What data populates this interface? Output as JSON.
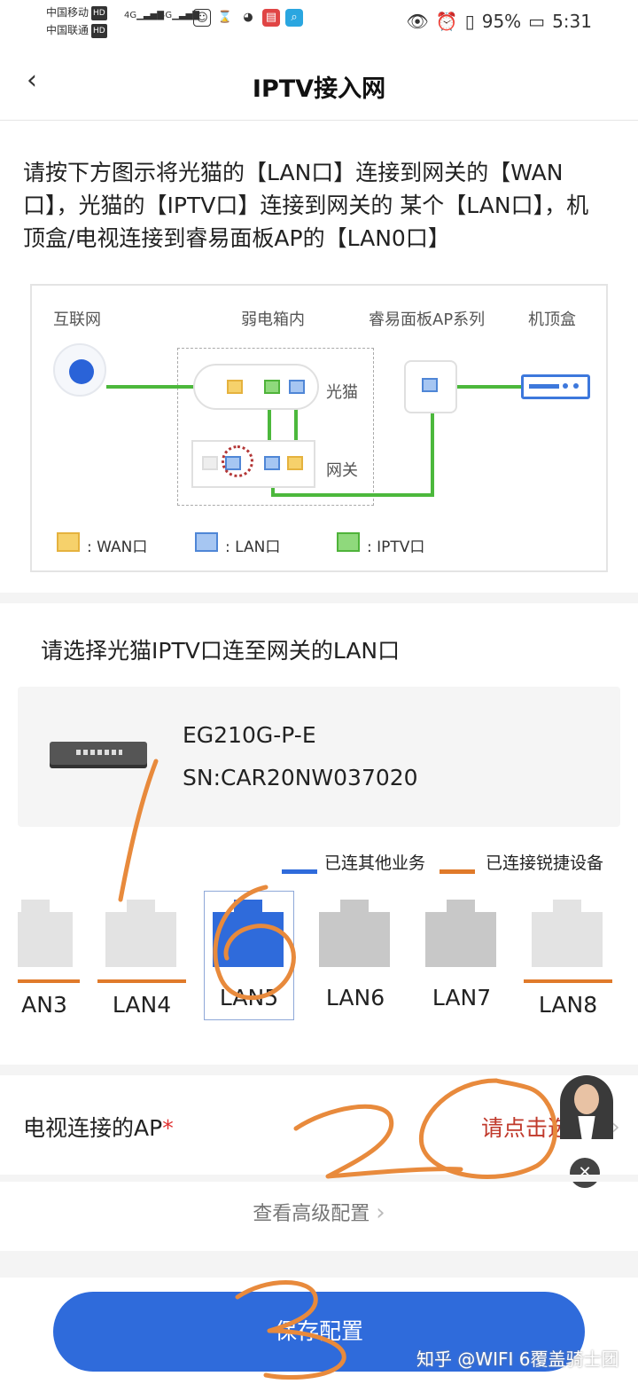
{
  "status_bar": {
    "carrier1": "中国移动",
    "carrier2": "中国联通",
    "hd": "HD",
    "signal1": "4G",
    "signal2": "4G",
    "battery": "95%",
    "time": "5:31"
  },
  "header": {
    "title": "IPTV接入网"
  },
  "instructions": "请按下方图示将光猫的【LAN口】连接到网关的【WAN口】，光猫的【IPTV口】连接到网关的 某个【LAN口】，机顶盒/电视连接到睿易面板AP的【LAN0口】",
  "diagram": {
    "col_internet": "互联网",
    "col_box": "弱电箱内",
    "col_ap": "睿易面板AP系列",
    "col_stb": "机顶盒",
    "modem_label": "光猫",
    "gateway_label": "网关",
    "legend": [
      {
        "label": ": WAN口",
        "color": "#f6d16b"
      },
      {
        "label": ": LAN口",
        "color": "#a6c6f2"
      },
      {
        "label": ": IPTV口",
        "color": "#8fd97c"
      }
    ]
  },
  "select_section": {
    "title": "请选择光猫IPTV口连至网关的LAN口"
  },
  "device": {
    "model": "EG210G-P-E",
    "sn": "SN:CAR20NW037020"
  },
  "port_legend": {
    "other_service": "已连其他业务",
    "other_service_color": "#2f6bdb",
    "ruijie_device": "已连接锐捷设备",
    "ruijie_device_color": "#e07a2a"
  },
  "ports": [
    {
      "label": "AN3",
      "state": "light",
      "orange_line": true,
      "selected": false
    },
    {
      "label": "LAN4",
      "state": "light",
      "orange_line": true,
      "selected": false
    },
    {
      "label": "LAN5",
      "state": "blue",
      "orange_line": false,
      "selected": true
    },
    {
      "label": "LAN6",
      "state": "dark",
      "orange_line": false,
      "selected": false
    },
    {
      "label": "LAN7",
      "state": "dark",
      "orange_line": false,
      "selected": false
    },
    {
      "label": "LAN8",
      "state": "light",
      "orange_line": true,
      "selected": false
    }
  ],
  "tv_ap": {
    "label": "电视连接的AP",
    "required_mark": "*",
    "hint": "请点击选"
  },
  "advanced": {
    "label": "查看高级配置"
  },
  "save_button": "保存配置",
  "annotations": [
    "1",
    "6",
    "2",
    "0",
    "3"
  ],
  "watermark": "知乎 @WIFI 6覆盖骑士团"
}
